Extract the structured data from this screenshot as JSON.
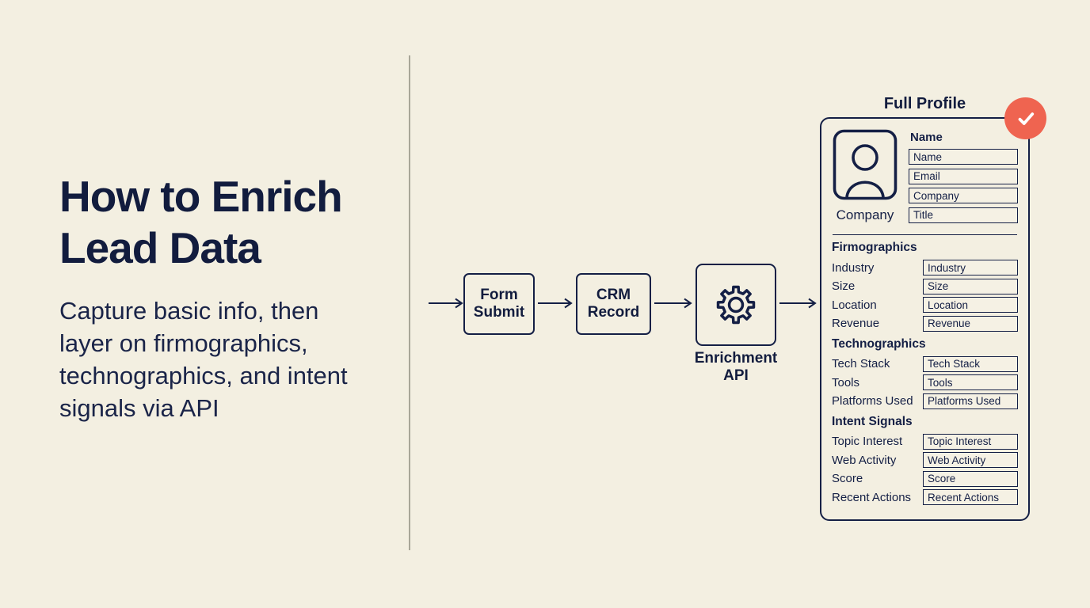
{
  "colors": {
    "background": "#f3efe1",
    "ink": "#141f45",
    "badge": "#ef6450",
    "divider": "#a8a698"
  },
  "left_panel": {
    "title_lines": [
      "How to Enrich",
      "Lead Data"
    ],
    "subtitle": "Capture basic info, then layer on firmographics, technographics, and intent signals via API"
  },
  "flow": {
    "step1_label": "Form Submit",
    "step2_label": "CRM Record",
    "step3_label": "Enrichment API",
    "step3_icon": "gear-icon"
  },
  "profile_card": {
    "title": "Full Profile",
    "badge_icon": "check-icon",
    "avatar_icon": "person-icon",
    "avatar_caption": "Company",
    "contact_label": "Name",
    "contact_fields": [
      "Name",
      "Email",
      "Company",
      "Title"
    ],
    "sections": [
      {
        "heading": "Firmographics",
        "rows": [
          {
            "label": "Industry",
            "value": "Industry"
          },
          {
            "label": "Size",
            "value": "Size"
          },
          {
            "label": "Location",
            "value": "Location"
          },
          {
            "label": "Revenue",
            "value": "Revenue"
          }
        ]
      },
      {
        "heading": "Technographics",
        "rows": [
          {
            "label": "Tech Stack",
            "value": "Tech Stack"
          },
          {
            "label": "Tools",
            "value": "Tools"
          },
          {
            "label": "Platforms Used",
            "value": "Platforms Used"
          }
        ]
      },
      {
        "heading": "Intent Signals",
        "rows": [
          {
            "label": "Topic Interest",
            "value": "Topic Interest"
          },
          {
            "label": "Web Activity",
            "value": "Web Activity"
          },
          {
            "label": "Score",
            "value": "Score"
          },
          {
            "label": "Recent Actions",
            "value": "Recent Actions"
          }
        ]
      }
    ]
  }
}
